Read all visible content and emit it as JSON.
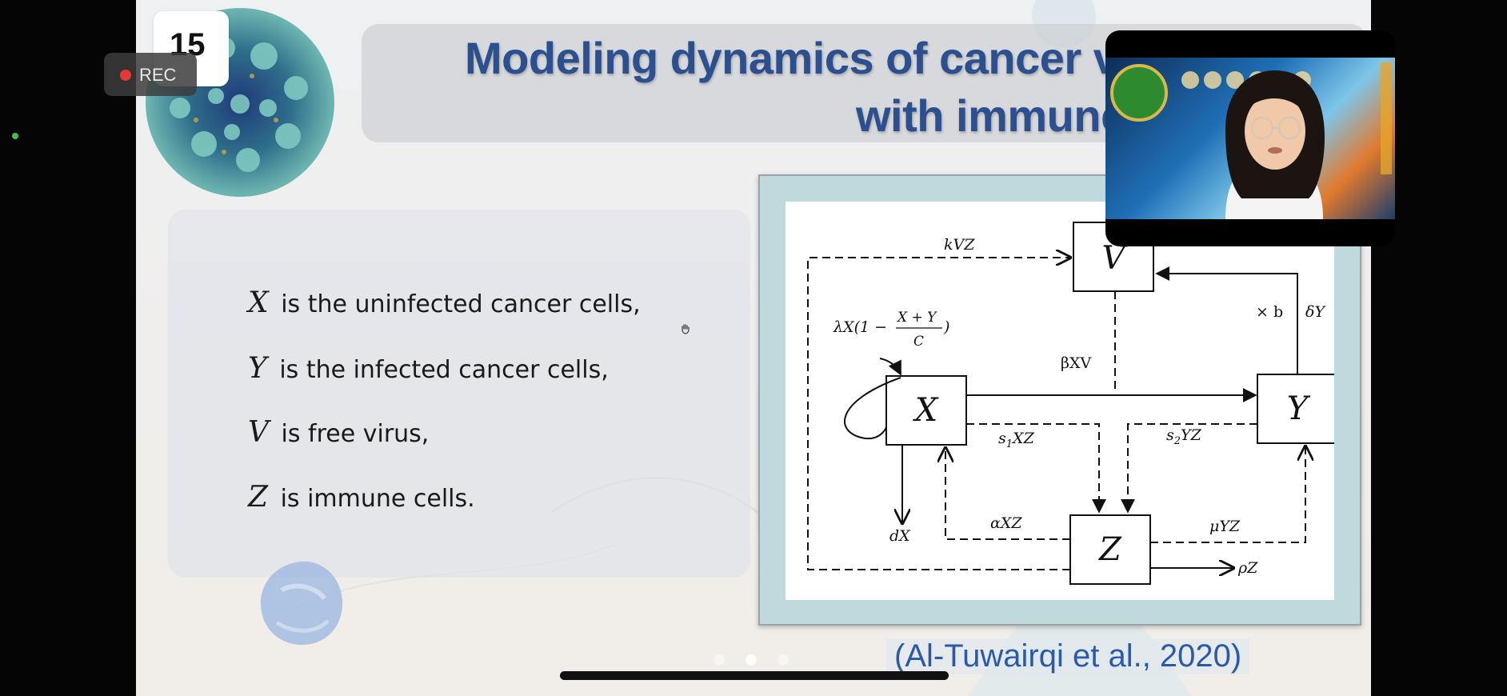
{
  "slide": {
    "number": "15",
    "title_line1": "Modeling dynamics of cancer v",
    "title_line2": "with immune",
    "citation": "(Al-Tuwairqi et al., 2020)",
    "definitions": [
      {
        "var": "X",
        "text": "is the uninfected cancer cells,"
      },
      {
        "var": "Y",
        "text": "is the infected cancer cells,"
      },
      {
        "var": "V",
        "text": "is free virus,"
      },
      {
        "var": "Z",
        "text": "is immune cells."
      }
    ],
    "pager": {
      "count": 3,
      "active": 1
    }
  },
  "diagram": {
    "nodes": {
      "V": "V",
      "X": "X",
      "Y": "Y",
      "Z": "Z"
    },
    "labels": {
      "kVZ": "kVZ",
      "logistic_prefix": "λX(1 −",
      "logistic_num": "X + Y",
      "logistic_den": "C",
      "logistic_suffix": ")",
      "betaXV": "βXV",
      "times_b": "× b",
      "deltaY": "δY",
      "s1XZ_pre": "s",
      "s1XZ_sub": "1",
      "s1XZ_post": "XZ",
      "s2YZ_pre": "s",
      "s2YZ_sub": "2",
      "s2YZ_post": "YZ",
      "dX": "dX",
      "alphaXZ": "αXZ",
      "muYZ": "μYZ",
      "rhoZ": "ρZ"
    }
  },
  "recording": {
    "label": "REC",
    "color": "#e53935"
  },
  "colors": {
    "title": "#2c4f8f",
    "citation": "#2b5aa8",
    "status_dot": "#3ec24a"
  }
}
